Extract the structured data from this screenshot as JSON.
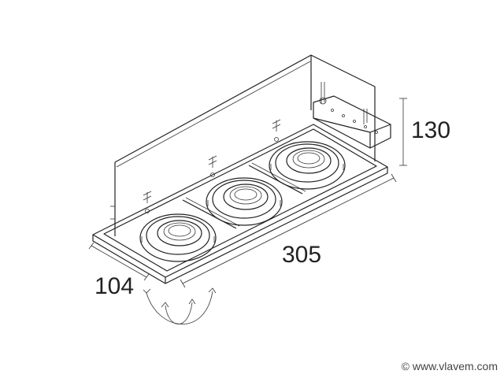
{
  "dimensions": {
    "height": "130",
    "length": "305",
    "depth": "104"
  },
  "watermark": "© www.vlavem.com",
  "colors": {
    "line": "#222222",
    "background": "#ffffff"
  }
}
